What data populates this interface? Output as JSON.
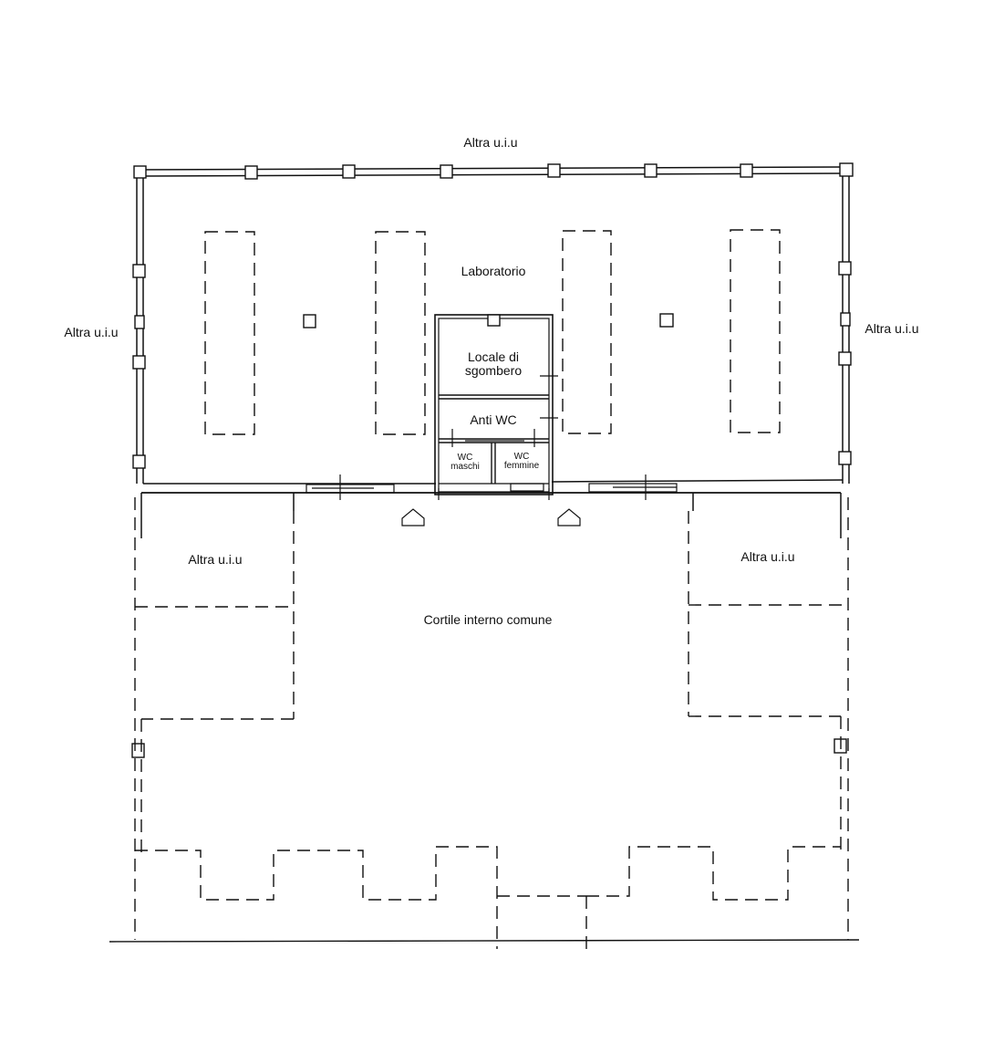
{
  "labels": {
    "top": "Altra u.i.u",
    "left": "Altra u.i.u",
    "right": "Altra u.i.u",
    "lower_left": "Altra u.i.u",
    "lower_right": "Altra u.i.u",
    "laboratorio": "Laboratorio",
    "locale_line1": "Locale di",
    "locale_line2": "sgombero",
    "anti_wc": "Anti WC",
    "wc_m_line1": "WC",
    "wc_m_line2": "maschi",
    "wc_f_line1": "WC",
    "wc_f_line2": "femmine",
    "cortile": "Cortile interno comune"
  },
  "icons": {
    "entrance_arrow": "entrance-arrow-icon",
    "pillar": "pillar-icon"
  }
}
